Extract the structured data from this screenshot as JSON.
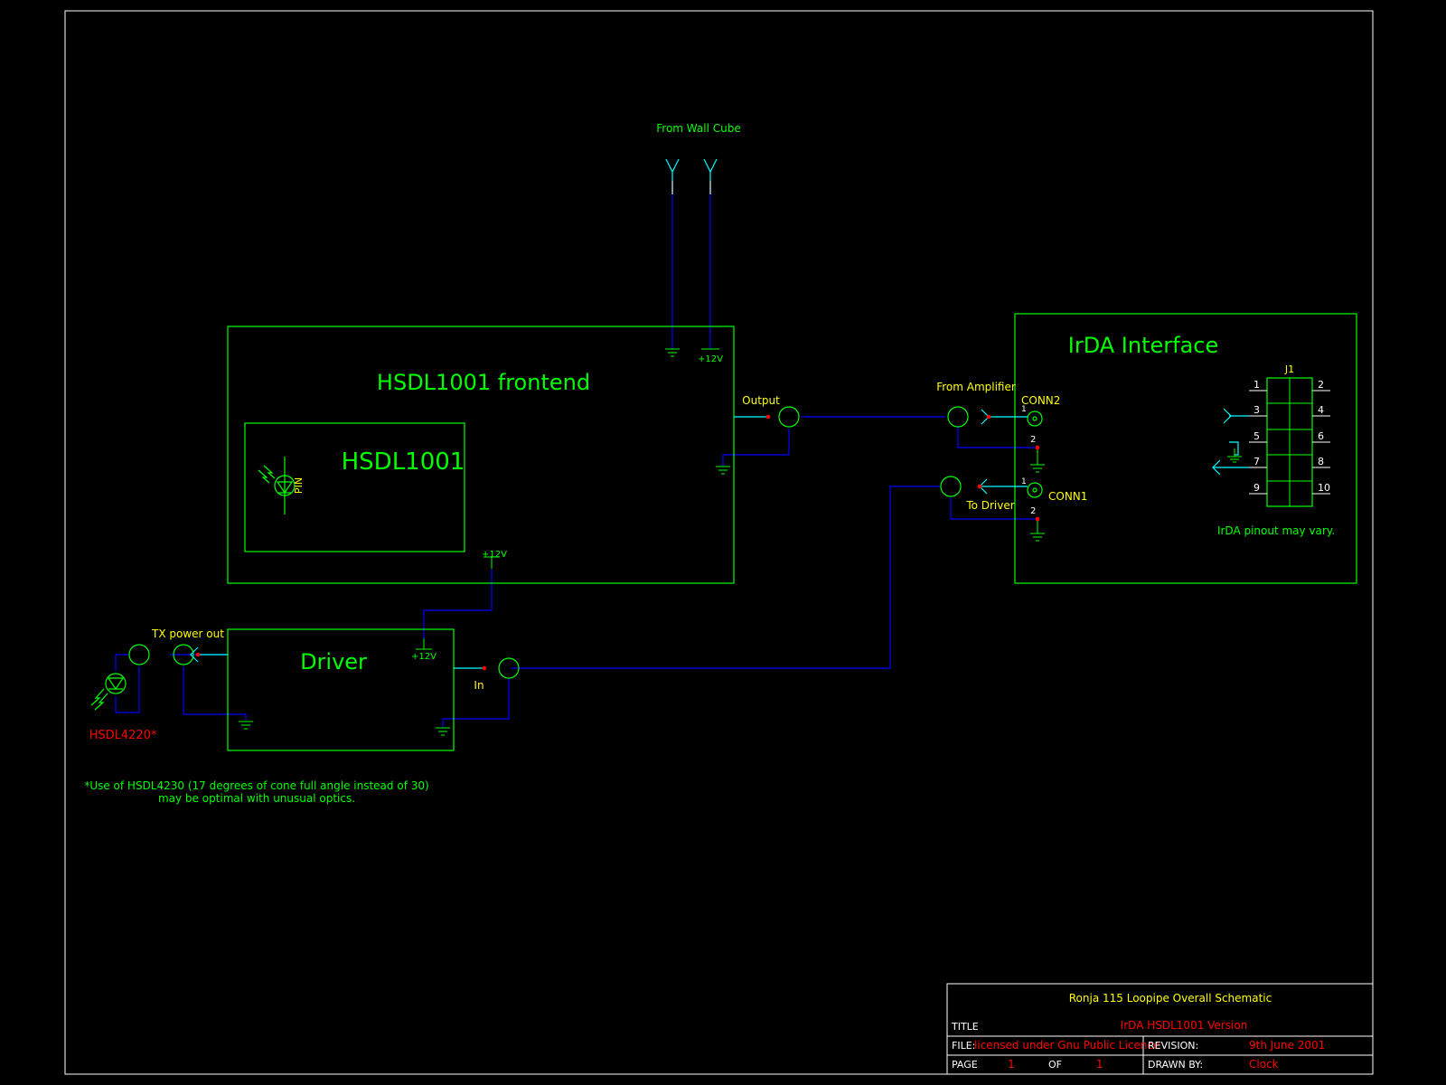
{
  "colors": {
    "background": "#000000",
    "frame": "#ffffff",
    "box": "#00ff00",
    "wire": "#0000ff",
    "pin": "#00ffff",
    "label": "#ffff00",
    "note": "#ff0000",
    "junction": "#ff0000"
  },
  "labels": {
    "wall_cube": "From Wall Cube",
    "plus12_top": "+12V",
    "plus12_mid": "+12V",
    "plus12_driver": "+12V",
    "output": "Output",
    "from_amplifier": "From Amplifier",
    "conn2": "CONN2",
    "conn1": "CONN1",
    "to_driver": "To Driver",
    "in": "In",
    "tx_power_out": "TX power out",
    "pin_diode": "PIN",
    "pin1": "1",
    "pin2": "2",
    "pin1b": "1",
    "pin2b": "2"
  },
  "blocks": {
    "frontend": "HSDL1001 frontend",
    "sensor": "HSDL1001",
    "irda": "IrDA Interface",
    "driver": "Driver"
  },
  "connector": {
    "ref": "J1",
    "pins": [
      "1",
      "2",
      "3",
      "4",
      "5",
      "6",
      "7",
      "8",
      "9",
      "10"
    ],
    "note": "IrDA pinout may vary."
  },
  "led": {
    "part": "HSDL4220*"
  },
  "footnote": {
    "line1": "*Use of HSDL4230 (17 degrees of cone full angle instead of 30)",
    "line2": "may be optimal with unusual optics."
  },
  "title_block": {
    "project": "Ronja 115 Loopipe Overall Schematic",
    "title_label": "TITLE",
    "title_value": "IrDA HSDL1001 Version",
    "file_label": "FILE:",
    "file_value": "licensed under Gnu Public Licence",
    "revision_label": "REVISION:",
    "revision_value": "9th June 2001",
    "page_label": "PAGE",
    "page_value": "1",
    "of_label": "OF",
    "of_value": "1",
    "drawn_by_label": "DRAWN BY:",
    "drawn_by_value": "Clock"
  }
}
